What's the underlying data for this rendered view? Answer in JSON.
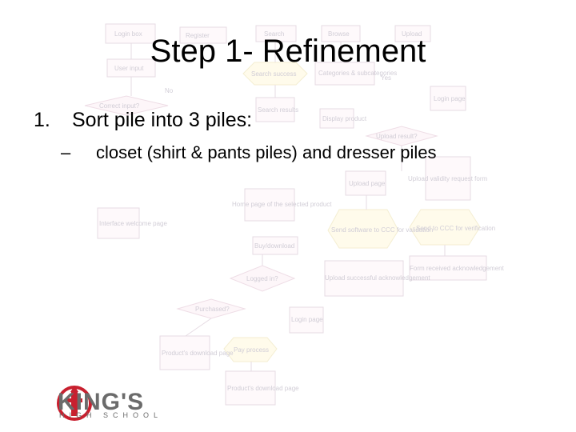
{
  "slide": {
    "title": "Step 1- Refinement",
    "bullet_number": "1.",
    "bullet_text": "Sort pile into 3 piles:",
    "sub_dash": "–",
    "sub_text": "closet (shirt & pants piles) and dresser piles"
  },
  "background_flowchart": {
    "nodes": {
      "login_box": "Login box",
      "register": "Register",
      "search": "Search",
      "browse": "Browse",
      "upload": "Upload",
      "user_input": "User input",
      "search_success": "Search success",
      "categories": "Categories & subcategories",
      "correct_input": "Correct input?",
      "search_results": "Search results",
      "display_product": "Display product",
      "login_page": "Login page",
      "upload_result": "Upload result?",
      "upload_page": "Upload page",
      "upload_request": "Upload validity request form",
      "interface": "Interface welcome page",
      "home_page": "Home page of the selected product",
      "send_software": "Send software to CCC for validation",
      "send_ccc": "Send to CCC for verification",
      "buy_download": "Buy/download",
      "form_ack": "Form received acknowledgement",
      "logged_in": "Logged in?",
      "upload_success": "Upload successful acknowledgement",
      "purchased": "Purchased?",
      "login_page_2": "Login page",
      "product_download": "Product's download page",
      "pay_process": "Pay process",
      "product_download_2": "Product's download page"
    },
    "labels": {
      "no": "No",
      "yes": "Yes"
    }
  },
  "logo": {
    "word": "KING'S",
    "sub": "HIGH SCHOOL",
    "colors": {
      "red": "#c8202f",
      "gray": "#6b6b6b"
    }
  }
}
